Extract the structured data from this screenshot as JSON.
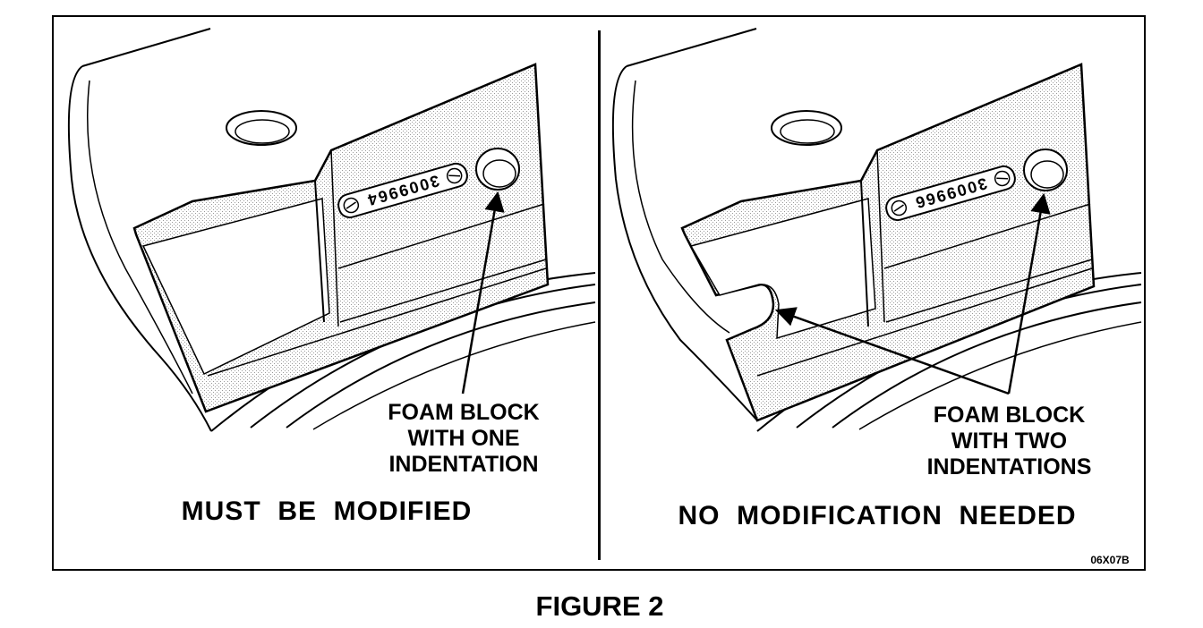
{
  "left_panel": {
    "part_number": "3009964",
    "callout_lines": [
      "FOAM BLOCK",
      "WITH ONE",
      "INDENTATION"
    ],
    "status": "MUST  BE  MODIFIED"
  },
  "right_panel": {
    "part_number": "3009966",
    "callout_lines": [
      "FOAM BLOCK",
      "WITH TWO",
      "INDENTATIONS"
    ],
    "status": "NO  MODIFICATION  NEEDED"
  },
  "figure_code": "06X07B",
  "caption": "FIGURE 2"
}
